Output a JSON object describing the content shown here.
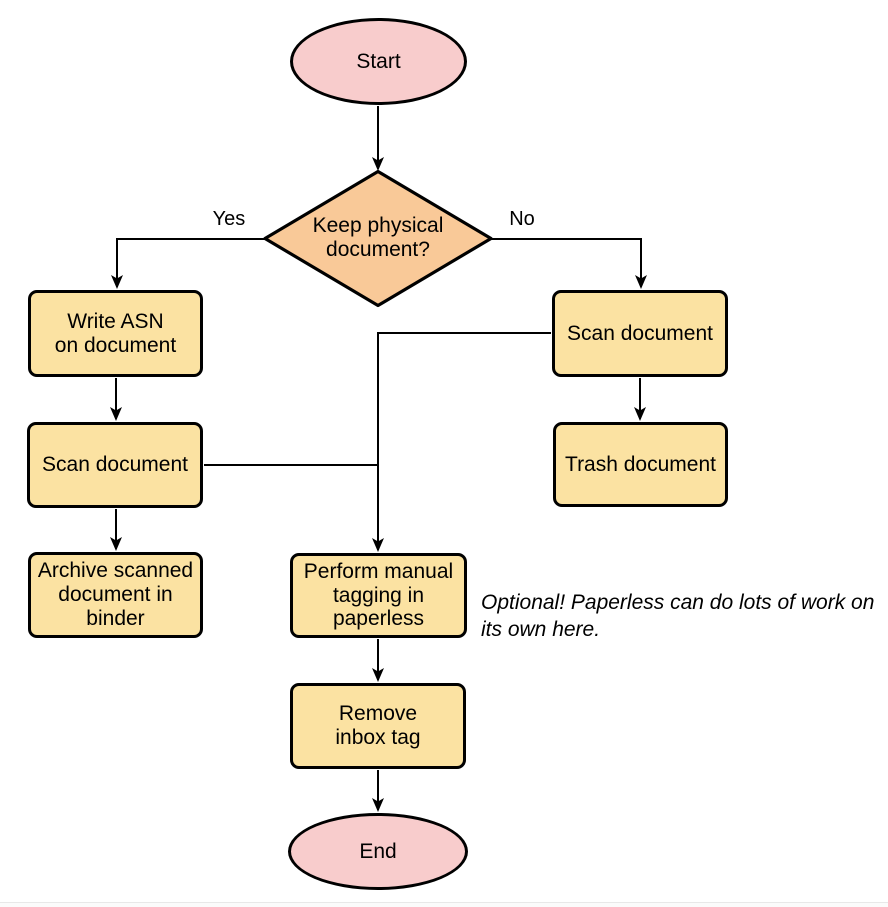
{
  "diagram": {
    "type": "flowchart",
    "nodes": {
      "start": {
        "id": "start",
        "shape": "ellipse",
        "label": "Start",
        "fill": "#f8cccc"
      },
      "decision": {
        "id": "decision",
        "shape": "diamond",
        "label": "Keep physical\ndocument?",
        "fill": "#f9c998"
      },
      "write_asn": {
        "id": "write_asn",
        "shape": "rounded-rect",
        "label": "Write ASN\non document",
        "fill": "#fbe2a2"
      },
      "scan_left": {
        "id": "scan_left",
        "shape": "rounded-rect",
        "label": "Scan document",
        "fill": "#fbe2a2"
      },
      "archive": {
        "id": "archive",
        "shape": "rounded-rect",
        "label": "Archive scanned\ndocument in\nbinder",
        "fill": "#fbe2a2"
      },
      "scan_right": {
        "id": "scan_right",
        "shape": "rounded-rect",
        "label": "Scan document",
        "fill": "#fbe2a2"
      },
      "trash": {
        "id": "trash",
        "shape": "rounded-rect",
        "label": "Trash document",
        "fill": "#fbe2a2"
      },
      "tagging": {
        "id": "tagging",
        "shape": "rounded-rect",
        "label": "Perform manual\ntagging in\npaperless",
        "fill": "#fbe2a2"
      },
      "remove_tag": {
        "id": "remove_tag",
        "shape": "rounded-rect",
        "label": "Remove\ninbox tag",
        "fill": "#fbe2a2"
      },
      "end": {
        "id": "end",
        "shape": "ellipse",
        "label": "End",
        "fill": "#f8cccc"
      }
    },
    "edges": [
      {
        "from": "start",
        "to": "decision",
        "label": ""
      },
      {
        "from": "decision",
        "to": "write_asn",
        "label": "Yes"
      },
      {
        "from": "decision",
        "to": "scan_right",
        "label": "No"
      },
      {
        "from": "write_asn",
        "to": "scan_left",
        "label": ""
      },
      {
        "from": "scan_left",
        "to": "archive",
        "label": ""
      },
      {
        "from": "scan_right",
        "to": "trash",
        "label": ""
      },
      {
        "from": "scan_right",
        "to": "tagging",
        "label": ""
      },
      {
        "from": "scan_left",
        "to": "tagging",
        "label": ""
      },
      {
        "from": "tagging",
        "to": "remove_tag",
        "label": ""
      },
      {
        "from": "remove_tag",
        "to": "end",
        "label": ""
      }
    ],
    "note": {
      "text": "Optional! Paperless can do lots of work on\nits own here."
    },
    "colors": {
      "terminator_fill": "#f8cccc",
      "decision_fill": "#f9c998",
      "process_fill": "#fbe2a2",
      "stroke": "#000000",
      "background": "#ffffff"
    }
  }
}
